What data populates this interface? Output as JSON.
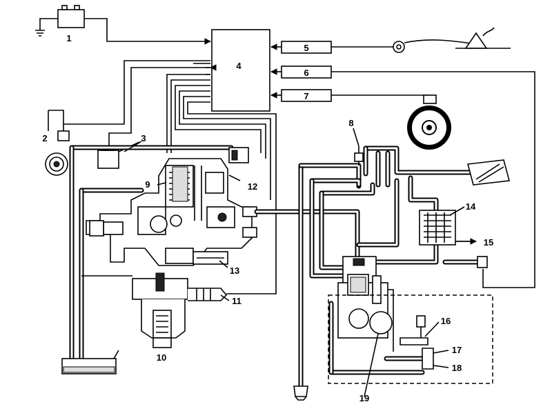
{
  "diagram": {
    "labels": [
      "1",
      "2",
      "3",
      "4",
      "5",
      "6",
      "7",
      "8",
      "9",
      "10",
      "11",
      "12",
      "13",
      "14",
      "15",
      "16",
      "17",
      "18",
      "19"
    ]
  }
}
